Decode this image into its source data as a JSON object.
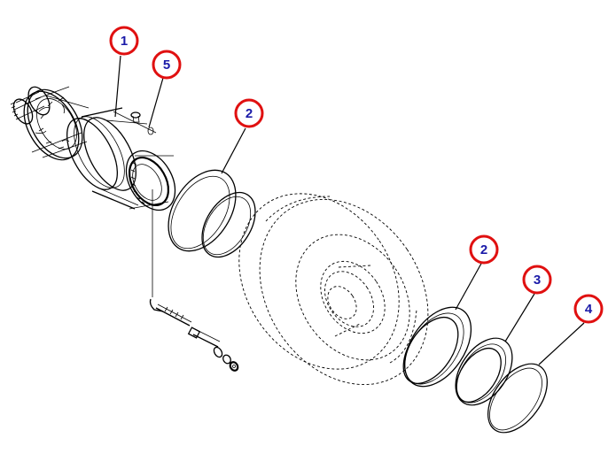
{
  "diagram": {
    "callouts": [
      {
        "id": "callout-1",
        "label": "1"
      },
      {
        "id": "callout-5",
        "label": "5"
      },
      {
        "id": "callout-2-top",
        "label": "2"
      },
      {
        "id": "callout-2-right",
        "label": "2"
      },
      {
        "id": "callout-3",
        "label": "3"
      },
      {
        "id": "callout-4",
        "label": "4"
      }
    ]
  },
  "colors": {
    "callout_ring": "#e01010",
    "callout_text": "#1a1aa8",
    "line_art": "#000000",
    "background": "#ffffff"
  }
}
